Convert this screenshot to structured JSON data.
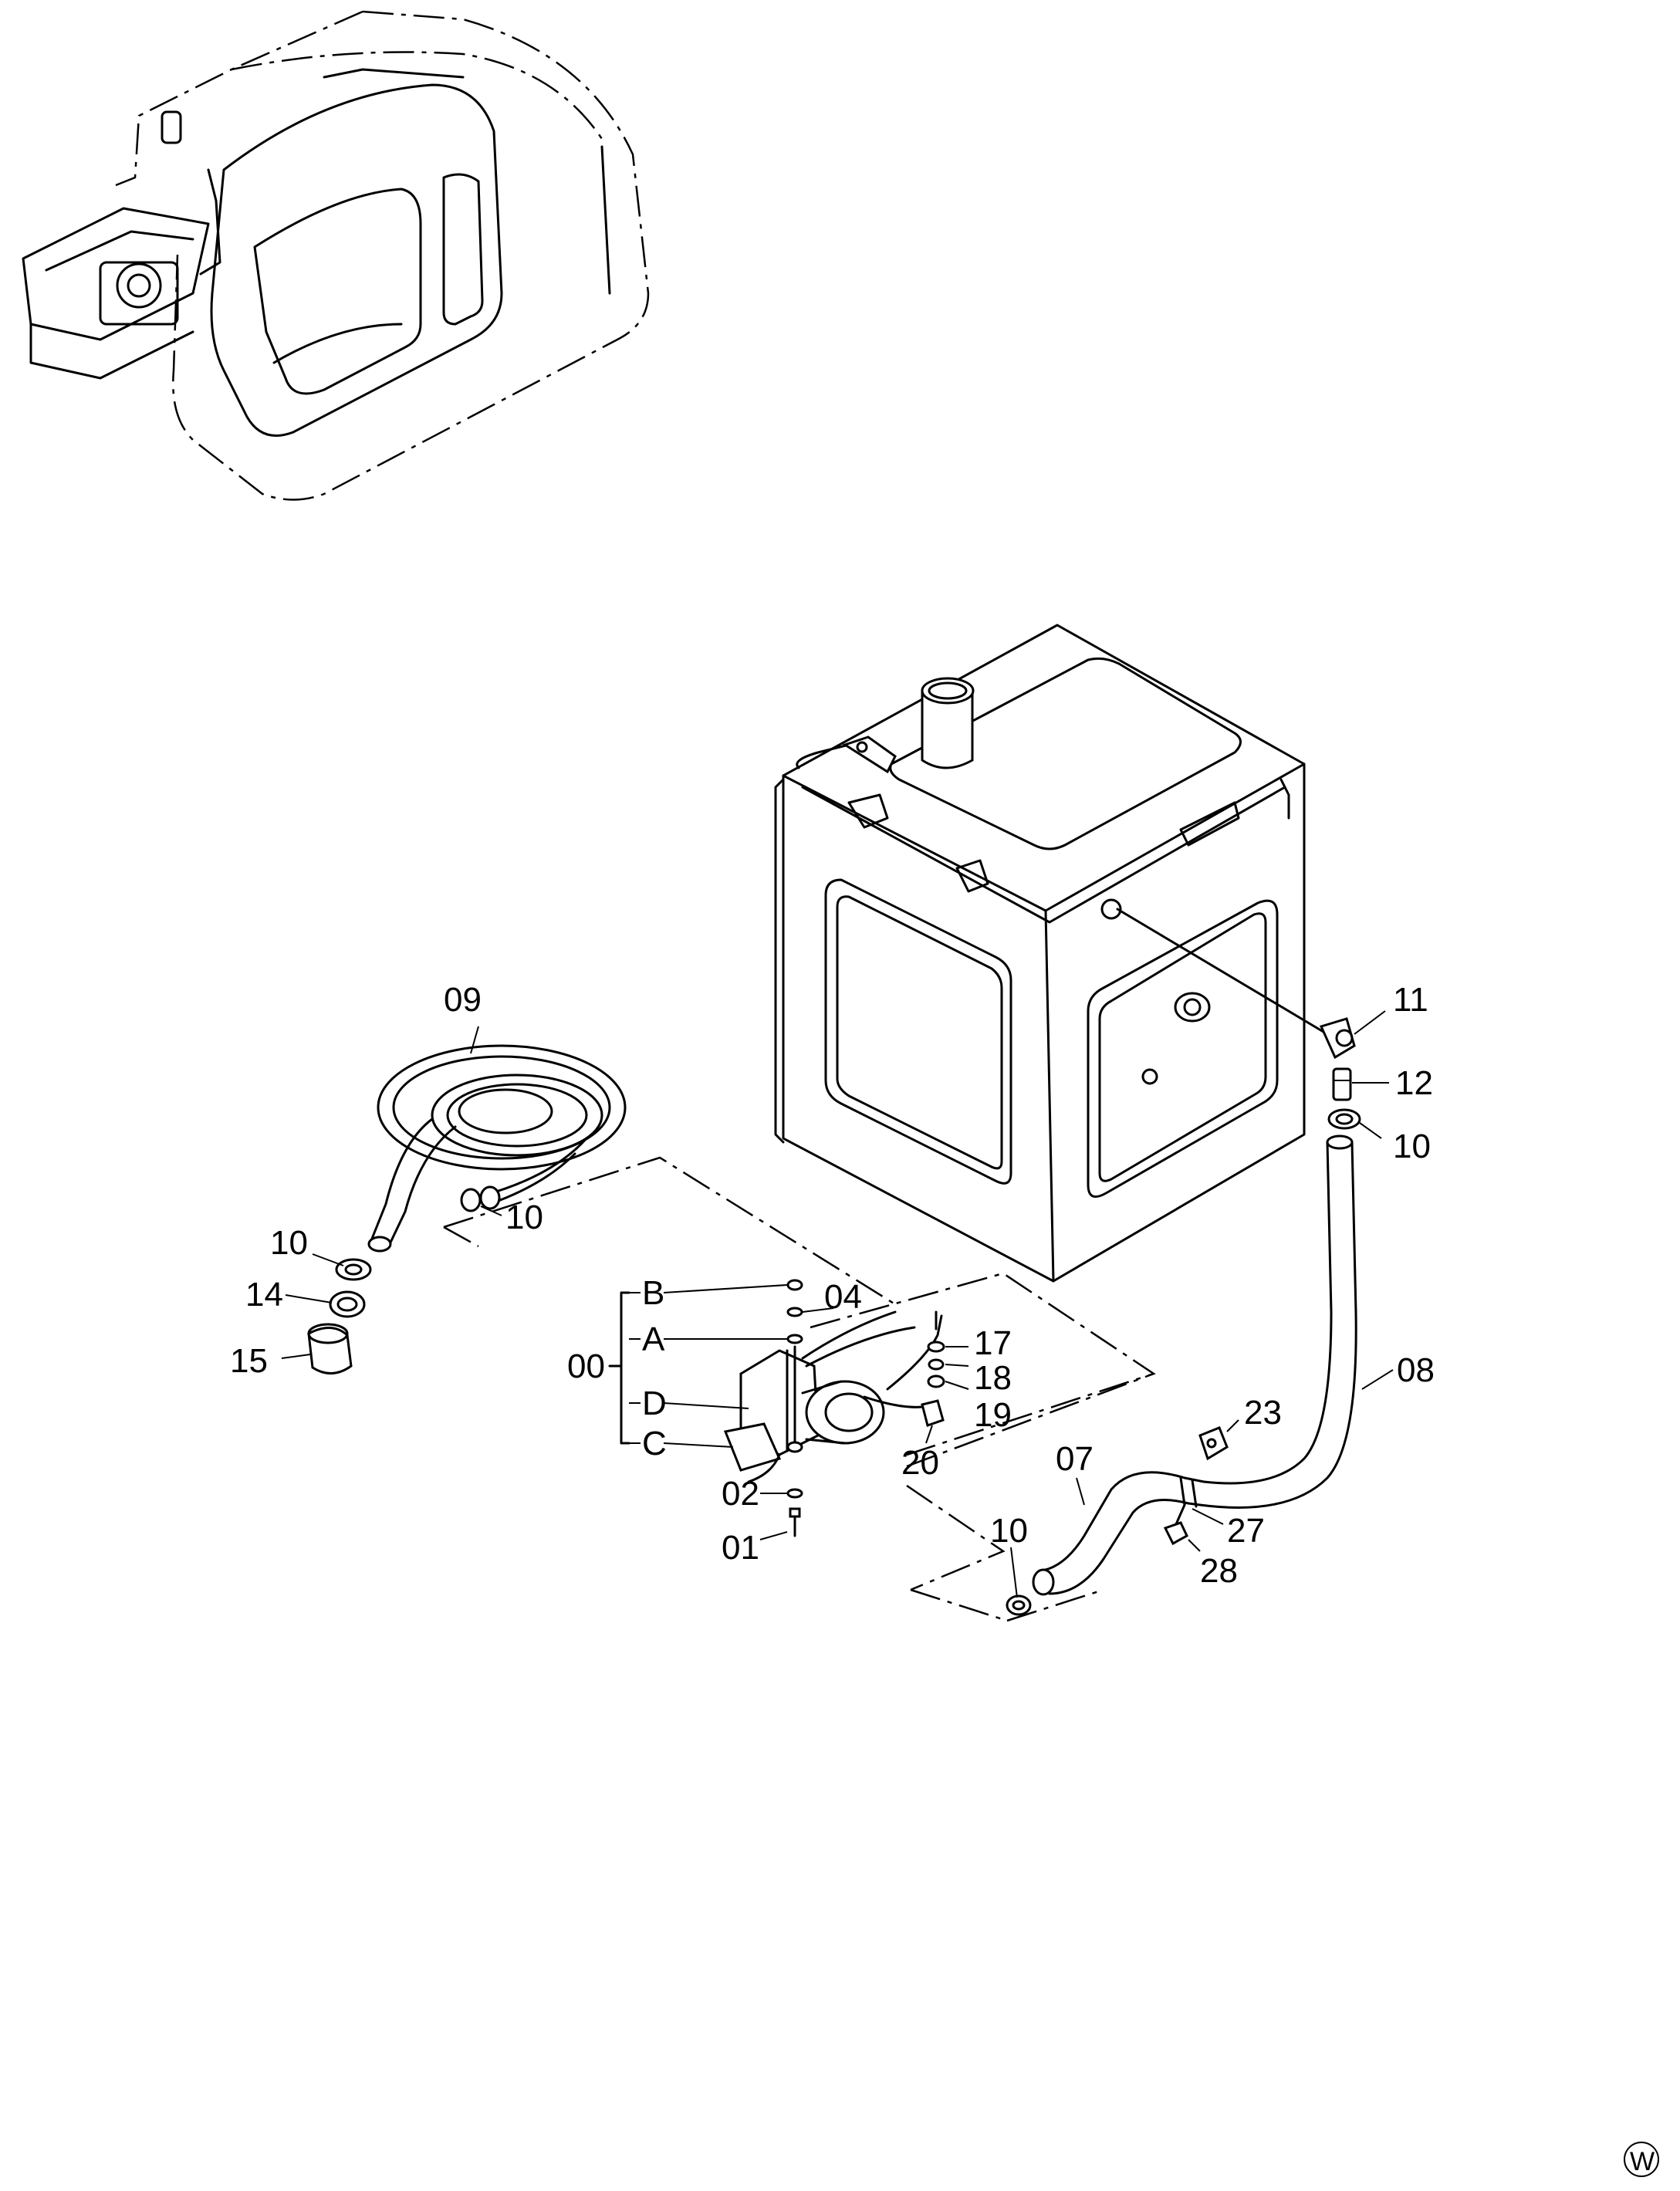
{
  "callouts": {
    "c09": "09",
    "c11": "11",
    "c12": "12",
    "c10a": "10",
    "c10b": "10",
    "c10c": "10",
    "c10d": "10",
    "c14": "14",
    "c15": "15",
    "cB": "B",
    "cA": "A",
    "cD": "D",
    "cC": "C",
    "c00": "00",
    "c04": "04",
    "c17": "17",
    "c18": "18",
    "c19": "19",
    "c20": "20",
    "c02": "02",
    "c01": "01",
    "c07": "07",
    "c08": "08",
    "c23": "23",
    "c27": "27",
    "c28": "28"
  },
  "corner_mark": "W"
}
